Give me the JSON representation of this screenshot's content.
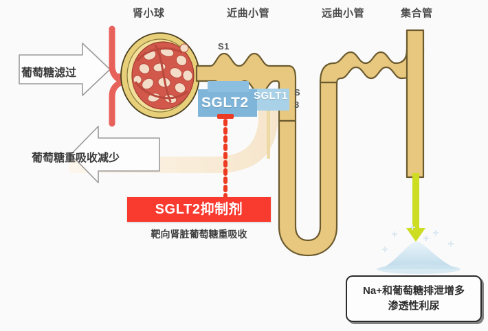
{
  "diagram": {
    "title_parts": {
      "glomerulus": "肾小球",
      "proximal_tubule": "近曲小管",
      "distal_tubule": "远曲小管",
      "collecting_duct": "集合管"
    },
    "segments": {
      "s1": "S1",
      "s3_letter": "S",
      "s3_number": "3"
    },
    "transporters": {
      "sglt2": "SGLT2",
      "sglt1": "SGLT1"
    },
    "arrows": {
      "filtration": "葡萄糖滤过",
      "reabsorption": "葡萄糖重吸收减少"
    },
    "inhibitor": {
      "title": "SGLT2抑制剂",
      "subtitle": "靶向肾脏葡萄糖重吸收"
    },
    "outcome": {
      "line1": "Na+和葡萄糖排泄增多",
      "line2": "渗透性利尿"
    },
    "colors": {
      "background": "#fafafa",
      "tubule_fill": "#e8c87f",
      "tubule_stroke": "#6b5a2e",
      "arteriole": "#e8625c",
      "capillary": "#d2584b",
      "capsule": "#e8d07a",
      "sglt2_box": "#7fb5d9",
      "sglt1_box": "#a9d2e8",
      "inhibitor_red": "#f93a2f",
      "dotted_line": "#ec3a23",
      "flow_band": "#faecd8",
      "excretion_arrow": "#ccdd22",
      "salt_pile": "#cfe4f0",
      "arrow_outline": "#9a9a9a"
    }
  }
}
